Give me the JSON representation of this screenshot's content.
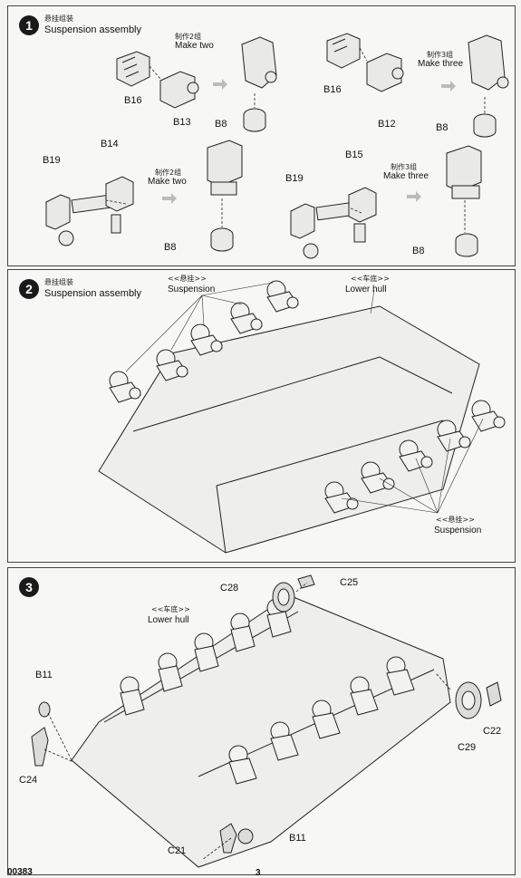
{
  "steps": [
    {
      "number": "1",
      "title_cn": "悬挂组装",
      "title_en": "Suspension assembly",
      "callouts": [
        {
          "cn": "制作2组",
          "en": "Make two"
        },
        {
          "cn": "制作3组",
          "en": "Make three"
        },
        {
          "cn": "制作2组",
          "en": "Make two"
        },
        {
          "cn": "制作3组",
          "en": "Make three"
        }
      ],
      "parts": [
        "B16",
        "B13",
        "B8",
        "B16",
        "B12",
        "B8",
        "B19",
        "B14",
        "B8",
        "B19",
        "B15",
        "B8"
      ]
    },
    {
      "number": "2",
      "title_cn": "悬挂组装",
      "title_en": "Suspension assembly",
      "labels": [
        {
          "cn": "<<悬挂>>",
          "en": "Suspension"
        },
        {
          "cn": "<<车底>>",
          "en": "Lower hull"
        },
        {
          "cn": "<<悬挂>>",
          "en": "Suspension"
        }
      ]
    },
    {
      "number": "3",
      "labels": [
        {
          "cn": "<<车底>>",
          "en": "Lower hull"
        }
      ],
      "parts": [
        "C28",
        "C25",
        "B11",
        "C24",
        "C22",
        "C29",
        "C21",
        "B11"
      ]
    }
  ],
  "footer": {
    "code": "00383",
    "page": "3"
  }
}
